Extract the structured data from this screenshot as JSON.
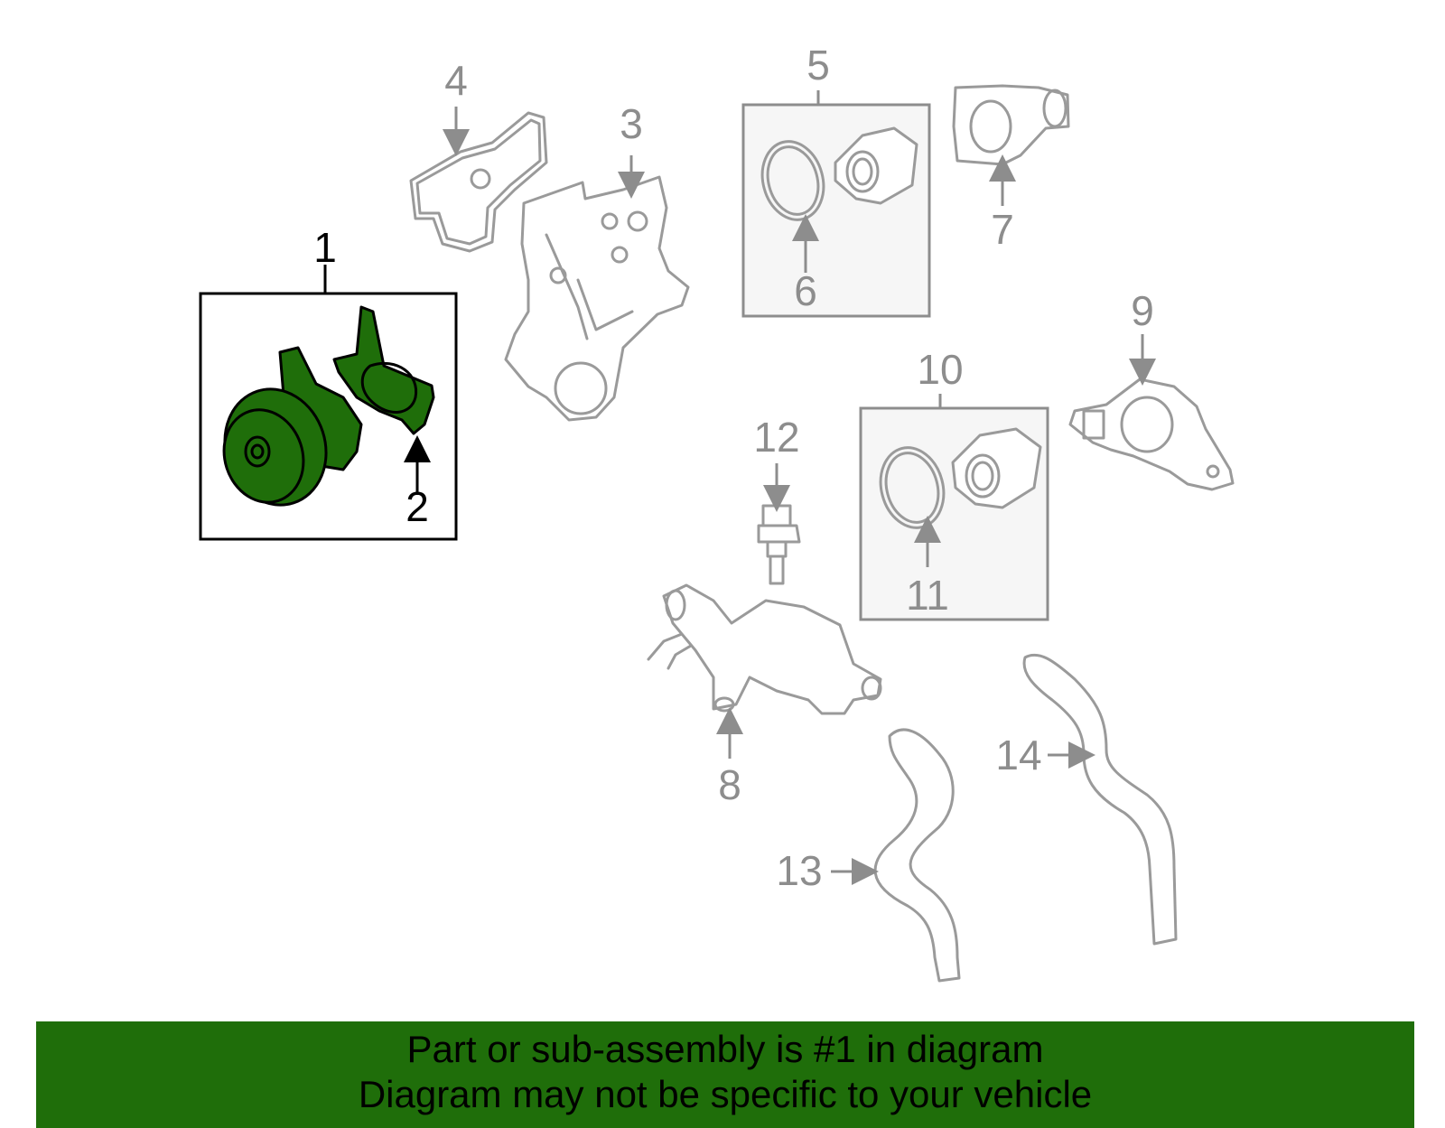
{
  "callouts": [
    "1",
    "2",
    "3",
    "4",
    "5",
    "6",
    "7",
    "8",
    "9",
    "10",
    "11",
    "12",
    "13",
    "14"
  ],
  "highlight_color": "#1f6e0a",
  "part_color": "#9a9a9a",
  "banner": {
    "line1": "Part or sub-assembly is #1 in diagram",
    "line2": "Diagram may not be specific to your vehicle"
  }
}
